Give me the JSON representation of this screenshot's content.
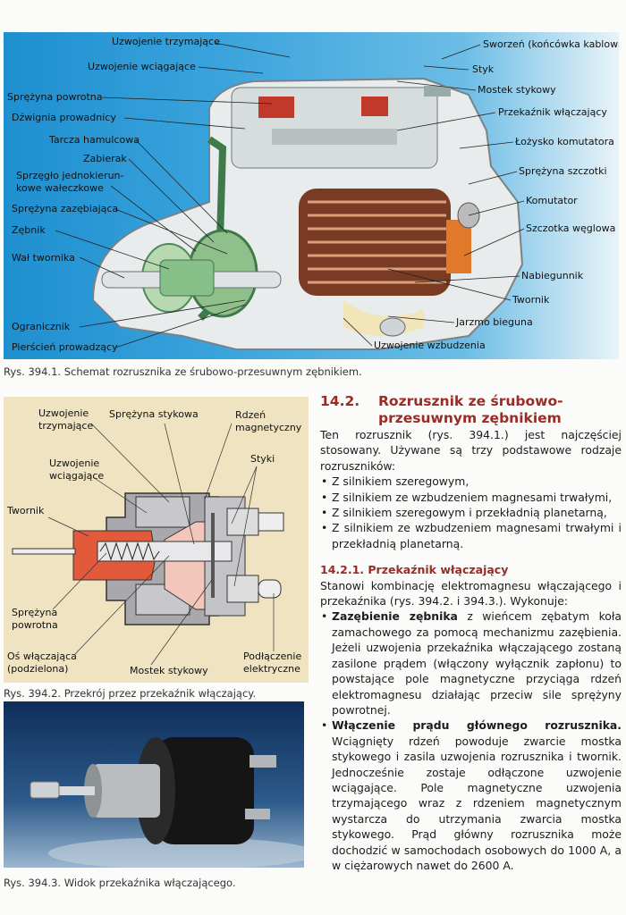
{
  "figure1": {
    "labels_left": [
      "Uzwojenie trzymające",
      "Uzwojenie wciągające",
      "Sprężyna powrotna",
      "Dźwignia prowadnicy",
      "Tarcza hamulcowa",
      "Zabierak",
      "Sprzęgło jednokierun-",
      "kowe wałeczkowe",
      "Sprężyna zazębiająca",
      "Zębnik",
      "Wał twornika",
      "Ogranicznik",
      "Pierścień prowadzący"
    ],
    "labels_right": [
      "Sworzeń (końcówka kablowa)",
      "Styk",
      "Mostek stykowy",
      "Przekaźnik włączający",
      "Łożysko komutatora",
      "Sprężyna szczotki",
      "Komutator",
      "Szczotka węglowa",
      "Nabiegunnik",
      "Twornik",
      "Jarzmo bieguna",
      "Uzwojenie wzbudzenia"
    ],
    "caption": "Rys. 394.1. Schemat rozrusznika ze śrubowo-przesuwnym zębnikiem."
  },
  "figure2": {
    "labels": {
      "holding_1": "Uzwojenie",
      "holding_2": "trzymające",
      "contact_spring": "Sprężyna stykowa",
      "core_1": "Rdzeń",
      "core_2": "magnetyczny",
      "pull_1": "Uzwojenie",
      "pull_2": "wciągające",
      "contacts": "Styki",
      "armature": "Twornik",
      "return_1": "Sprężyna",
      "return_2": "powrotna",
      "axis_1": "Oś włączająca",
      "axis_2": "(podzielona)",
      "bridge": "Mostek stykowy",
      "conn_1": "Podłączenie",
      "conn_2": "elektryczne"
    },
    "caption": "Rys. 394.2. Przekrój przez przekaźnik włączający."
  },
  "figure3": {
    "caption": "Rys. 394.3. Widok przekaźnika włączającego."
  },
  "section": {
    "number": "14.2.",
    "title": "Rozrusznik ze śrubowo-przesuwnym zębnikiem",
    "intro": "Ten rozrusznik (rys. 394.1.) jest najczęściej stosowany. Używane są trzy podstawowe rodzaje rozruszników:",
    "types": [
      "Z silnikiem szeregowym,",
      "Z silnikiem ze wzbudzeniem magnesami trwałymi,",
      "Z silnikiem szeregowym i przekładnią planetarną,",
      "Z silnikiem ze wzbudzeniem magnesami trwałymi i przekładnią planetarną."
    ]
  },
  "subsection": {
    "title": "14.2.1. Przekaźnik włączający",
    "intro": "Stanowi kombinację elektromagnesu włączającego i przekaźnika (rys. 394.2. i 394.3.). Wykonuje:",
    "items": [
      {
        "bold": "Zazębienie zębnika",
        "text": " z wieńcem zębatym koła zamachowego za pomocą mechanizmu zazębienia. Jeżeli uzwojenia przekaźnika włączającego zostaną zasilone prądem (włączony wyłącznik zapłonu) to powstające pole magnetyczne przyciąga rdzeń elektromagnesu działając przeciw sile sprężyny powrotnej."
      },
      {
        "bold": "Włączenie prądu głównego rozrusznika.",
        "text": " Wciągnięty rdzeń powoduje zwarcie mostka stykowego i zasila uzwojenia rozrusznika i twornik. Jednocześnie zostaje odłączone uzwojenie wciągające. Pole magnetyczne uzwojenia trzymającego wraz z rdzeniem magnetycznym wystarcza do utrzymania zwarcia mostka stykowego. Prąd główny rozrusznika może dochodzić w samochodach osobowych do 1000 A, a w ciężarowych nawet do 2600 A."
      }
    ]
  }
}
